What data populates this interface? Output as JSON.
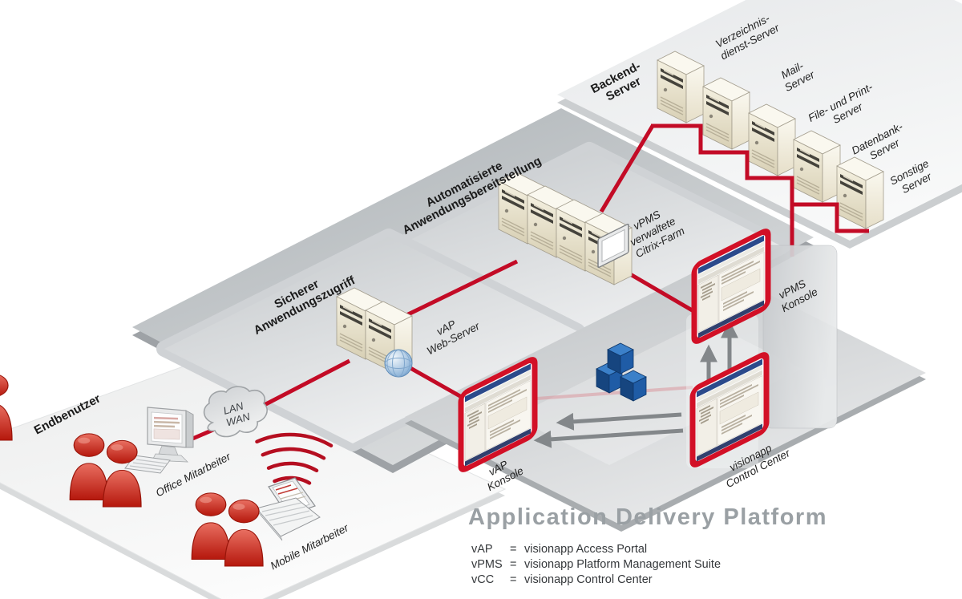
{
  "diagram": {
    "title": "Application Delivery Platform",
    "sections": {
      "backend": {
        "label": [
          "Backend-",
          "Server"
        ]
      },
      "automated": {
        "label": [
          "Automatisierte",
          "Anwendungsbereitstellung"
        ]
      },
      "secure": {
        "label": [
          "Sicherer",
          "Anwendungszugriff"
        ]
      },
      "endusers": {
        "label": [
          "Endbenutzer"
        ]
      }
    },
    "nodes": {
      "backend_servers": [
        {
          "label": [
            "Verzeichnis-",
            "dienst-Server"
          ]
        },
        {
          "label": [
            "Mail-",
            "Server"
          ]
        },
        {
          "label": [
            "File- und Print-",
            "Server"
          ]
        },
        {
          "label": [
            "Datenbank-",
            "Server"
          ]
        },
        {
          "label": [
            "Sonstige",
            "Server"
          ]
        }
      ],
      "citrix_farm": {
        "label": [
          "vPMS",
          "verwaltete",
          "Citrix-Farm"
        ]
      },
      "web_server": {
        "label": [
          "vAP",
          "Web-Server"
        ]
      },
      "vpms_console": {
        "label": [
          "vPMS",
          "Konsole"
        ]
      },
      "vap_console": {
        "label": [
          "vAP",
          "Konsole"
        ]
      },
      "control_center": {
        "label": [
          "visionapp",
          "Control Center"
        ]
      },
      "office_worker": {
        "label": [
          "Office Mitarbeiter"
        ]
      },
      "mobile_worker": {
        "label": [
          "Mobile Mitarbeiter"
        ]
      },
      "cloud": {
        "label": [
          "LAN",
          "WAN"
        ]
      }
    },
    "legend": {
      "eq": "=",
      "items": [
        {
          "abbr": "vAP",
          "name": "visionapp Access Portal"
        },
        {
          "abbr": "vPMS",
          "name": "visionapp Platform Management Suite"
        },
        {
          "abbr": "vCC",
          "name": "visionapp Control Center"
        }
      ]
    },
    "colors": {
      "accent_red": "#c30b26",
      "screen_border_red": "#d21026",
      "cube_blue": "#2f72bc",
      "platform_gray": "#b9bdc0",
      "title_gray": "#9aa0a4",
      "people_red": "#c0170c",
      "server_beige": "#ece5cf"
    }
  }
}
